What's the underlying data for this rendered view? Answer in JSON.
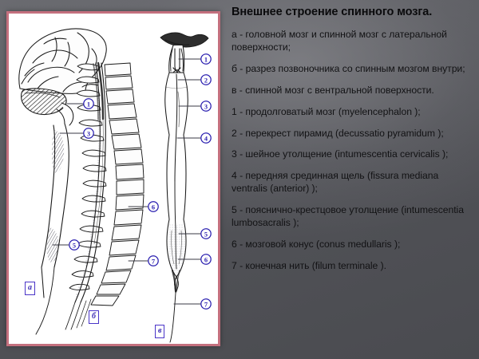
{
  "title": "Внешнее строение спинного мозга.",
  "legend": [
    {
      "key": "a",
      "text": "а - головной мозг и спинной мозг с латеральной поверхности;"
    },
    {
      "key": "b",
      "text": "б - разрез позвоночника со спинным мозгом внутри;"
    },
    {
      "key": "v",
      "text": "в - спинной мозг с вентральной поверхности."
    },
    {
      "key": "1",
      "text": "1 - продолговатый мозг (myelencephalon );"
    },
    {
      "key": "2",
      "text": "2 - перекрест пирамид (decussatio pyramidum );"
    },
    {
      "key": "3",
      "text": "3 - шейное утолщение (intumescentia cervicalis );"
    },
    {
      "key": "4",
      "text": "4 - передняя срединная щель (fissura mediana ventralis (anterior) );"
    },
    {
      "key": "5",
      "text": "5 - пояснично-крестцовое утолщение (intumescentia lumbosacralis );"
    },
    {
      "key": "6",
      "text": "6 - мозговой конус (conus medullaris );"
    },
    {
      "key": "7",
      "text": "7 - конечная нить (filum terminale )."
    }
  ],
  "figure": {
    "panel_labels": [
      {
        "name": "panel-label-a",
        "text": "а"
      },
      {
        "name": "panel-label-b",
        "text": "б"
      },
      {
        "name": "panel-label-v",
        "text": "в"
      }
    ],
    "callouts": [
      {
        "id": "a-1",
        "label": "1"
      },
      {
        "id": "a-3",
        "label": "3"
      },
      {
        "id": "a-5",
        "label": "5"
      },
      {
        "id": "b-6",
        "label": "6"
      },
      {
        "id": "b-7",
        "label": "7"
      },
      {
        "id": "v-1",
        "label": "1"
      },
      {
        "id": "v-2",
        "label": "2"
      },
      {
        "id": "v-3",
        "label": "3"
      },
      {
        "id": "v-4",
        "label": "4"
      },
      {
        "id": "v-5",
        "label": "5"
      },
      {
        "id": "v-6",
        "label": "6"
      },
      {
        "id": "v-7",
        "label": "7"
      }
    ]
  },
  "colors": {
    "callout_blue": "#2a1fb0",
    "panel_border": "#c4707e",
    "ink": "#1a1a1a",
    "background": "#5d5e63"
  }
}
